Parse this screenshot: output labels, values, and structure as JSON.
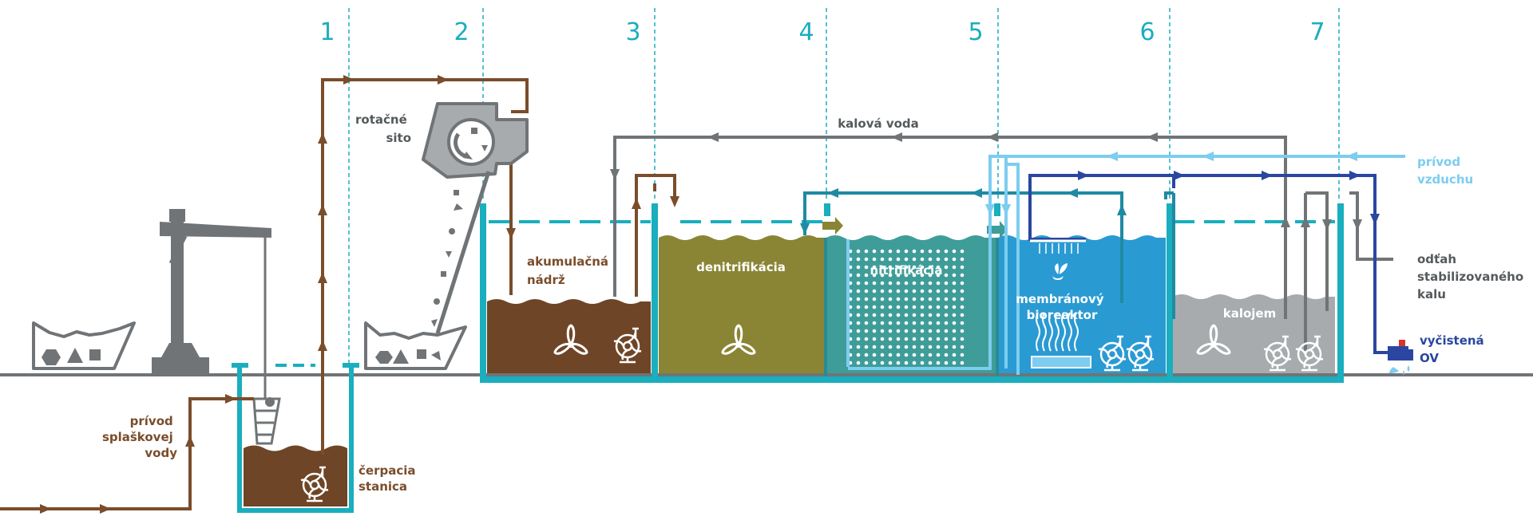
{
  "colors": {
    "brown": "#7a4d2b",
    "sludge": "#6e4526",
    "teal": "#1aaebe",
    "gray": "#707477",
    "olive": "#8a8535",
    "nitrification": "#3f9d99",
    "membrane": "#2a9ad3",
    "sludge_tank": "#a7abad",
    "light_blue": "#7ccdef",
    "dark_blue": "#2b46a0"
  },
  "stage_numbers": [
    "1",
    "2",
    "3",
    "4",
    "5",
    "6",
    "7"
  ],
  "labels": {
    "inflow": [
      "prívod",
      "splaškovej",
      "vody"
    ],
    "pump_station": [
      "čerpacia",
      "stanica"
    ],
    "rotary_screen": [
      "rotačné",
      "sito"
    ],
    "accumulation_tank": [
      "akumulačná",
      "nádrž"
    ],
    "denitrification": "denitrifikácia",
    "nitrification": "nitrifikácia",
    "membrane_bioreactor": [
      "membránový",
      "bioreaktor"
    ],
    "sludge_tank": "kalojem",
    "sludge_water": "kalová voda",
    "air_supply": [
      "prívod",
      "vzduchu"
    ],
    "stabilized_sludge_outlet": [
      "odťah",
      "stabilizovaného",
      "kalu"
    ],
    "treated_water": [
      "vyčistená",
      "OV"
    ]
  },
  "icons": [
    "mixer-icon",
    "pump-icon",
    "crane-icon",
    "debris-container-icon",
    "membrane-icon",
    "plant-icon",
    "faucet-icon",
    "arrow-icon"
  ]
}
